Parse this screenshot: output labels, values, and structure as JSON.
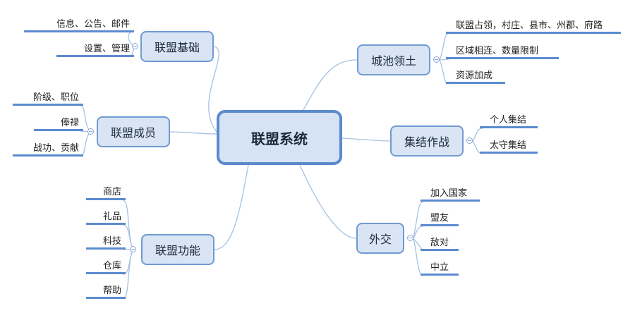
{
  "diagram": {
    "root": "联盟系统",
    "branches": [
      {
        "id": "foundation",
        "label": "联盟基础",
        "children": [
          "信息、公告、邮件",
          "设置、管理"
        ]
      },
      {
        "id": "members",
        "label": "联盟成员",
        "children": [
          "阶级、职位",
          "俸禄",
          "战功、贡献"
        ]
      },
      {
        "id": "functions",
        "label": "联盟功能",
        "children": [
          "商店",
          "礼品",
          "科技",
          "仓库",
          "帮助"
        ]
      },
      {
        "id": "territory",
        "label": "城池领土",
        "children": [
          "联盟占领，村庄、县市、州郡、府路",
          "区域相连、数量限制",
          "资源加成"
        ]
      },
      {
        "id": "rally",
        "label": "集结作战",
        "children": [
          "个人集结",
          "太守集结"
        ]
      },
      {
        "id": "diplomacy",
        "label": "外交",
        "children": [
          "加入国家",
          "盟友",
          "敌对",
          "中立"
        ]
      }
    ]
  },
  "colors": {
    "line": "#a6c1e3",
    "underline": "#5b8bd0",
    "node_fill": "#d9e5f4",
    "node_border": "#6f9bd1"
  }
}
